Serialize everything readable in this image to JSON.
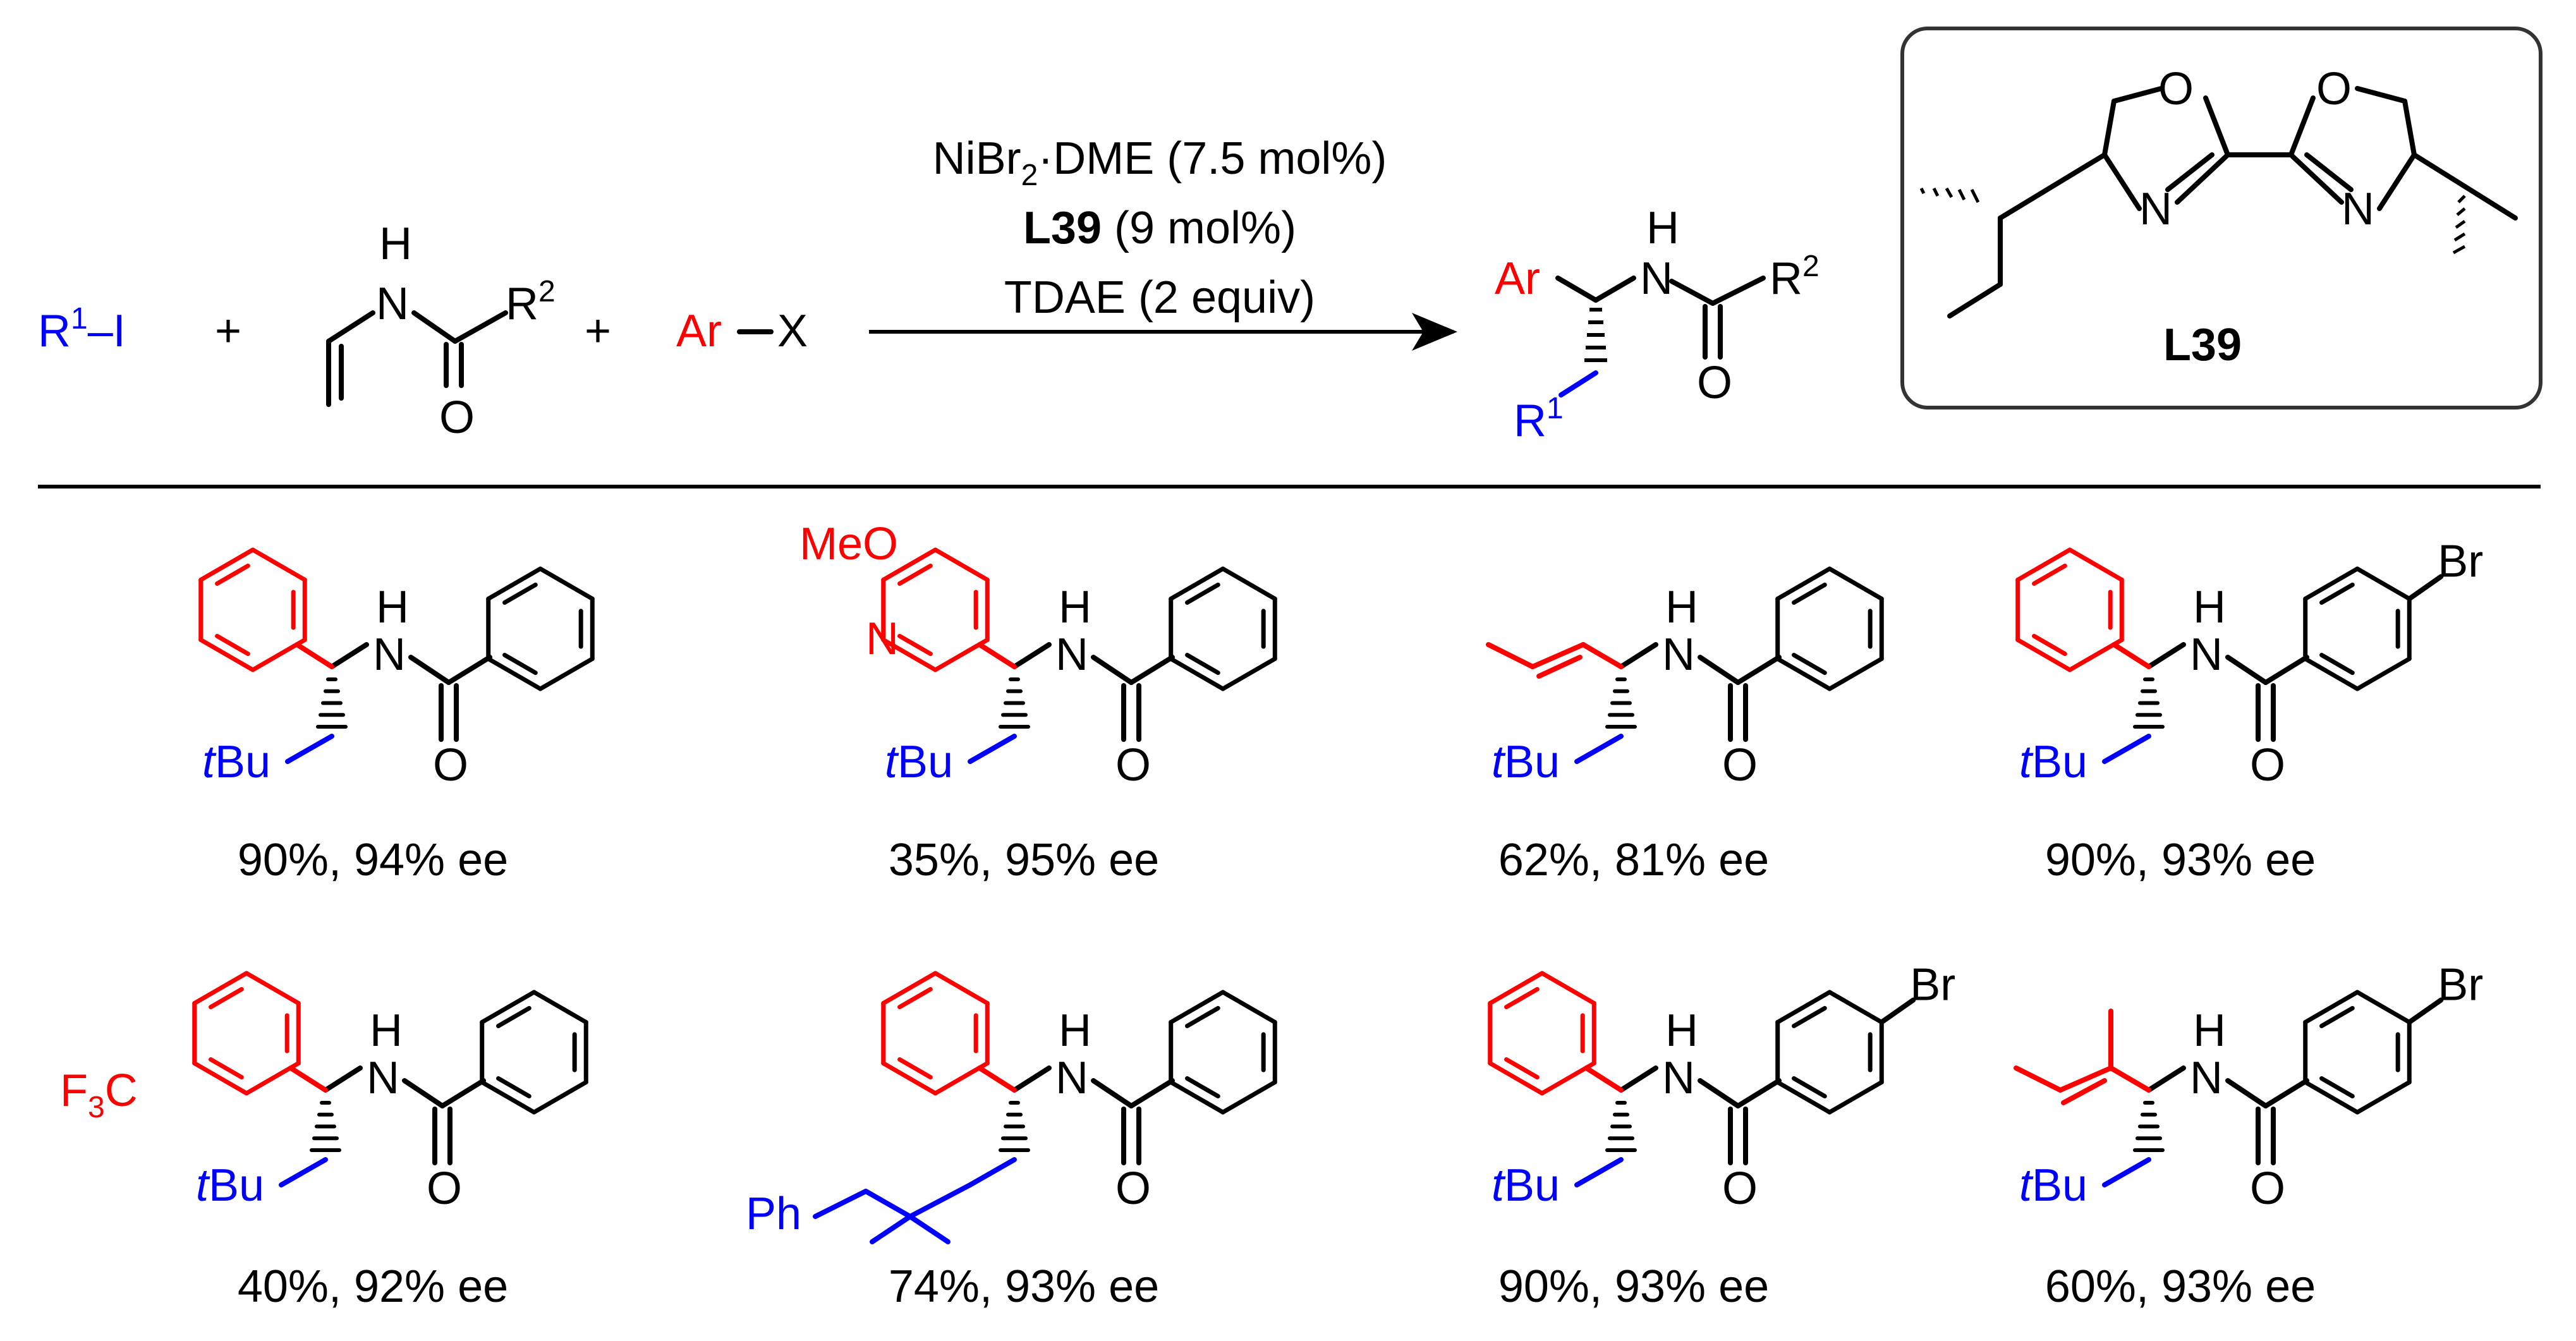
{
  "colors": {
    "black": "#000000",
    "red": "#ff0000",
    "blue": "#0000ff",
    "box_border": "#333333"
  },
  "reaction": {
    "reagent_r1i": {
      "r": "R",
      "sup": "1",
      "rest": "–I"
    },
    "plus": "+",
    "amide_h": "H",
    "amide_n": "N",
    "amide_o": "O",
    "amide_r2": {
      "r": "R",
      "sup": "2"
    },
    "arx": {
      "ar": "Ar",
      "x": "X"
    },
    "conditions": {
      "line1_a": "NiBr",
      "line1_sub": "2",
      "line1_b": "·DME (7.5 mol%)",
      "line2_bold": "L39",
      "line2_rest": " (9 mol%)",
      "line3": "TDAE (2 equiv)"
    },
    "product": {
      "ar": "Ar",
      "h": "H",
      "n": "N",
      "o": "O",
      "r2": {
        "r": "R",
        "sup": "2"
      },
      "r1": {
        "r": "R",
        "sup": "1"
      }
    }
  },
  "ligand": {
    "label": "L39",
    "o_left": "O",
    "o_right": "O",
    "n_left": "N",
    "n_right": "N"
  },
  "examples": [
    {
      "result": "90%, 94% ee",
      "substituent": "tBu"
    },
    {
      "result": "35%, 95% ee",
      "substituent": "tBu",
      "ar_label_1": "MeO",
      "ar_label_2": "N"
    },
    {
      "result": "62%, 81% ee",
      "substituent": "tBu"
    },
    {
      "result": "90%, 93% ee",
      "substituent": "tBu",
      "halogen": "Br"
    },
    {
      "result": "40%, 92% ee",
      "substituent": "tBu",
      "ar_label_1": "F",
      "ar_label_sub": "3",
      "ar_label_2": "C"
    },
    {
      "result": "74%, 93% ee",
      "substituent": "Ph"
    },
    {
      "result": "90%, 93% ee",
      "substituent": "tBu",
      "halogen": "Br"
    },
    {
      "result": "60%, 93% ee",
      "substituent": "tBu",
      "halogen": "Br"
    }
  ],
  "common_labels": {
    "h": "H",
    "n": "N",
    "o": "O",
    "t": "t",
    "bu": "Bu"
  }
}
